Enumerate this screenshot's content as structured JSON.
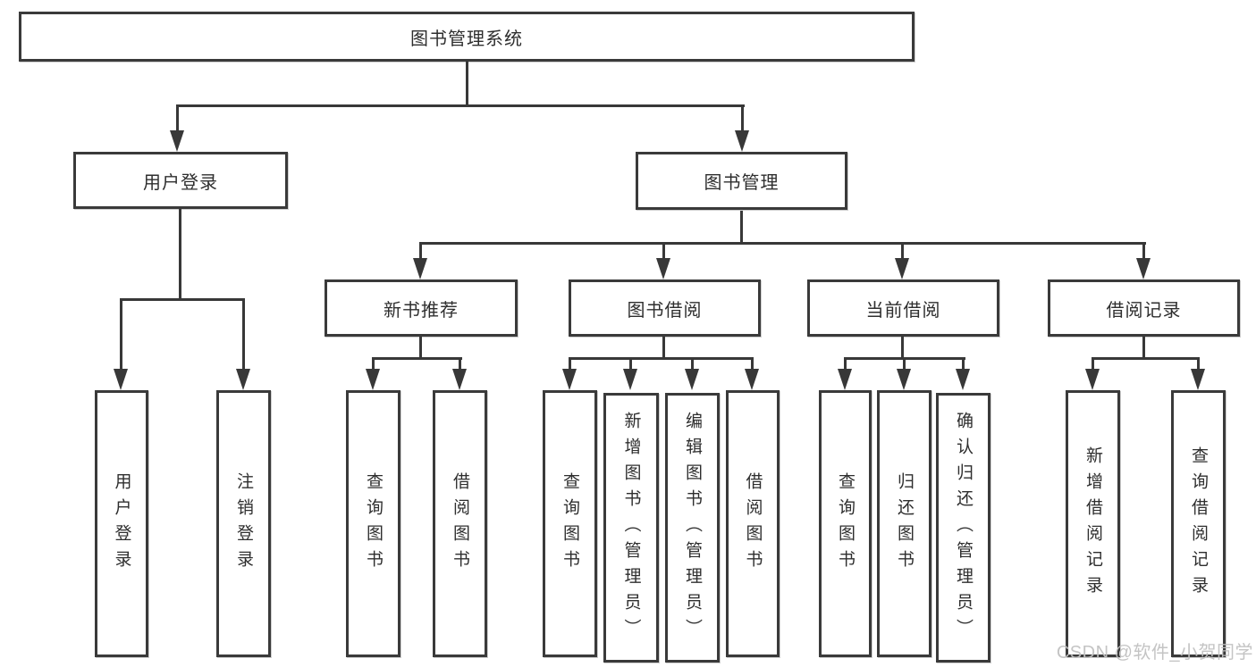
{
  "diagram": {
    "root": {
      "label": "图书管理系统"
    },
    "level2": {
      "user_login": {
        "label": "用户登录"
      },
      "book_management": {
        "label": "图书管理"
      }
    },
    "level3": {
      "new_book_recommend": {
        "label": "新书推荐"
      },
      "book_borrow": {
        "label": "图书借阅"
      },
      "current_borrow": {
        "label": "当前借阅"
      },
      "borrow_records": {
        "label": "借阅记录"
      }
    },
    "leaves": {
      "user_login": {
        "label": "用户登录"
      },
      "logout": {
        "label": "注销登录"
      },
      "query_books_1": {
        "label": "查询图书"
      },
      "borrow_books_1": {
        "label": "借阅图书"
      },
      "query_books_2": {
        "label": "查询图书"
      },
      "add_books_admin": {
        "label": "新增图书（管理员）"
      },
      "edit_books_admin": {
        "label": "编辑图书（管理员）"
      },
      "borrow_books_2": {
        "label": "借阅图书"
      },
      "query_books_3": {
        "label": "查询图书"
      },
      "return_books": {
        "label": "归还图书"
      },
      "confirm_return_admin": {
        "label": "确认归还（管理员）"
      },
      "add_borrow_record": {
        "label": "新增借阅记录"
      },
      "query_borrow_record": {
        "label": "查询借阅记录"
      }
    }
  },
  "watermark": {
    "text": "CSDN @软件_小贺同学"
  },
  "colors": {
    "line": "#383838",
    "box_border": "#3a3a3a",
    "text": "#2e2e2e",
    "watermark": "#c1c1c1",
    "background": "#ffffff"
  }
}
